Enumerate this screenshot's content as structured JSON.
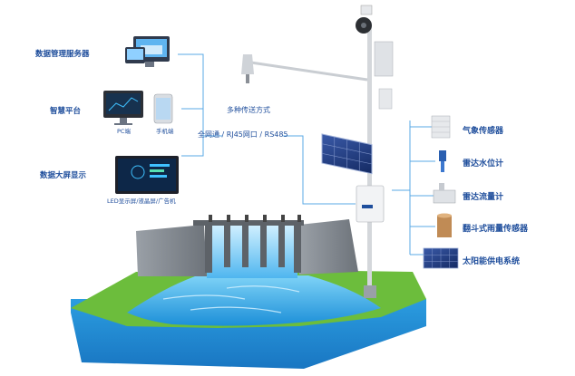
{
  "left_panel": {
    "server_label": "数据管理服务器",
    "platform_label": "智慧平台",
    "pc_caption": "PC端",
    "phone_caption": "手机端",
    "bigscreen_label": "数据大屏显示",
    "bigscreen_caption": "LED显示屏/液晶屏/广告机"
  },
  "transmission": {
    "title": "多种传送方式",
    "methods": "全网通 / RJ45网口 / RS485"
  },
  "sensors": [
    {
      "label": "气象传感器",
      "icon": "weather-sensor-icon"
    },
    {
      "label": "雷达水位计",
      "icon": "radar-level-icon"
    },
    {
      "label": "雷达流量计",
      "icon": "radar-flow-icon"
    },
    {
      "label": "翻斗式雨量传感器",
      "icon": "rain-gauge-icon"
    },
    {
      "label": "太阳能供电系统",
      "icon": "solar-panel-icon"
    }
  ],
  "colors": {
    "label_blue": "#1f4e9c",
    "connector_blue": "#5aa9e6",
    "water": "#2ea6e8",
    "grass": "#6cbd3c",
    "soil": "#1d8fd6",
    "dam": "#8a8f96"
  }
}
